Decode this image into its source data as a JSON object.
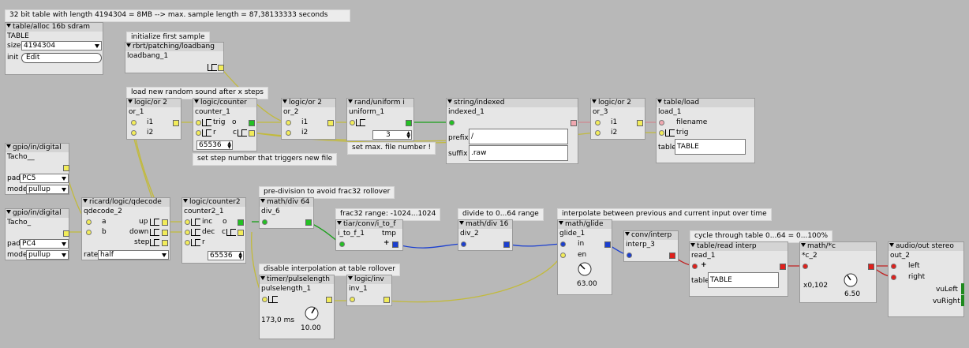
{
  "comments": {
    "c_table": "32 bit table with length 4194304 = 8MB --> max. sample length = 87,38133333 seconds",
    "c_init": "initialize first sample",
    "c_load": "load new random sound after x steps",
    "c_step": "set step number that triggers new file",
    "c_maxfile": "set max. file number !",
    "c_prediv": "pre-division to avoid frac32 rollover",
    "c_range": "frac32 range: -1024...1024",
    "c_divide": "divide to 0...64 range",
    "c_interp": "interpolate between previous and current input over time",
    "c_cycle": "cycle through table 0...64 = 0...100%",
    "c_disable": "disable interpolation at table rollover"
  },
  "objects": {
    "table_alloc": {
      "type": "table/alloc 16b sdram",
      "name": "TABLE",
      "size_label": "size",
      "size_value": "4194304",
      "init_label": "init",
      "init_button": "Edit"
    },
    "loadbang": {
      "type": "rbrt/patching/loadbang",
      "name": "loadbang_1"
    },
    "or1": {
      "type": "logic/or 2",
      "name": "or_1",
      "i1": "i1",
      "i2": "i2"
    },
    "counter": {
      "type": "logic/counter",
      "name": "counter_1",
      "trig": "trig",
      "r": "r",
      "o": "o",
      "c": "c",
      "value": "65536"
    },
    "or2": {
      "type": "logic/or 2",
      "name": "or_2",
      "i1": "i1",
      "i2": "i2"
    },
    "uniform": {
      "type": "rand/uniform i",
      "name": "uniform_1",
      "value": "3"
    },
    "indexed": {
      "type": "string/indexed",
      "name": "indexed_1",
      "prefix_label": "prefix",
      "prefix_value": "/",
      "suffix_label": "suffix",
      "suffix_value": ".raw"
    },
    "or3": {
      "type": "logic/or 2",
      "name": "or_3",
      "i1": "i1",
      "i2": "i2"
    },
    "tload": {
      "type": "table/load",
      "name": "load_1",
      "filename": "filename",
      "trig": "trig",
      "table_label": "table",
      "table_value": "TABLE"
    },
    "gpio1": {
      "type": "gpio/in/digital",
      "name": "Tacho__",
      "pad_label": "pad",
      "pad_value": "PC5",
      "mode_label": "mode",
      "mode_value": "pullup"
    },
    "gpio2": {
      "type": "gpio/in/digital",
      "name": "Tacho_",
      "pad_label": "pad",
      "pad_value": "PC4",
      "mode_label": "mode",
      "mode_value": "pullup"
    },
    "qdecode": {
      "type": "ricard/logic/qdecode",
      "name": "qdecode_2",
      "a": "a",
      "b": "b",
      "up": "up",
      "down": "down",
      "step": "step",
      "rate_label": "rate",
      "rate_value": "half"
    },
    "counter2": {
      "type": "logic/counter2",
      "name": "counter2_1",
      "inc": "inc",
      "dec": "dec",
      "r": "r",
      "o": "o",
      "c": "c",
      "value": "65536"
    },
    "div64": {
      "type": "math/div 64",
      "name": "div_6"
    },
    "itof": {
      "type": "tiar/conv/i_to_f",
      "name": "i_to_f_1",
      "tmp": "tmp"
    },
    "div16": {
      "type": "math/div 16",
      "name": "div_2"
    },
    "glide": {
      "type": "math/glide",
      "name": "glide_1",
      "in": "in",
      "en": "en",
      "value": "63.00"
    },
    "interp": {
      "type": "conv/interp",
      "name": "interp_3"
    },
    "tread": {
      "type": "table/read interp",
      "name": "read_1",
      "table_label": "table",
      "table_value": "TABLE"
    },
    "mathc": {
      "type": "math/*c",
      "name": "*c_2",
      "mult": "x0,102",
      "value": "6.50"
    },
    "audioout": {
      "type": "audio/out stereo",
      "name": "out_2",
      "left": "left",
      "right": "right",
      "vuleft": "vuLeft",
      "vuright": "vuRight"
    },
    "pulselength": {
      "type": "timer/pulselength",
      "name": "pulselength_1",
      "time": "173,0 ms",
      "value": "10.00"
    },
    "inv": {
      "type": "logic/inv",
      "name": "inv_1"
    }
  },
  "colors": {
    "bool": "#f2ec5a",
    "frac": "#e0201c",
    "int": "#1b3fd0",
    "charptr": "#f0a8b0",
    "wire_bool": "#c2ba3c",
    "wire_int": "#1b3fd0",
    "wire_frac": "#c02020",
    "wire_green": "#18a018",
    "wire_pink": "#d08890"
  }
}
